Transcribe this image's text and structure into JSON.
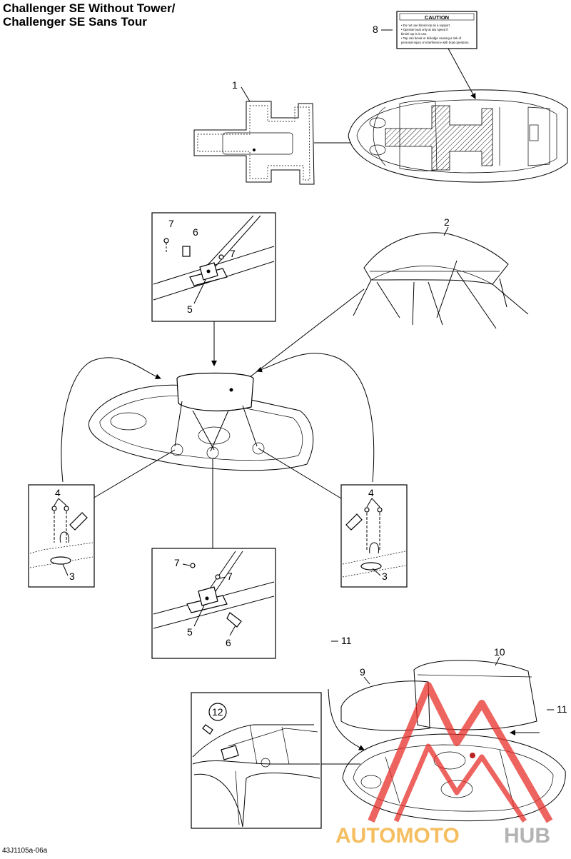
{
  "header": {
    "title_line1": "Challenger SE Without Tower/",
    "title_line2": "Challenger SE Sans Tour"
  },
  "footer": {
    "drawing_code": "43J1105a-06a"
  },
  "caution_label": {
    "heading": "CAUTION",
    "lines": [
      "• Do not use bimini top as a support.",
      "• Operate boat only at low speed if",
      "  bimini top is in use.",
      "• Top can break or dislodge causing a risk of",
      "  personal injury or interference with boat operation."
    ]
  },
  "callouts": {
    "c1": "1",
    "c2": "2",
    "c3a": "3",
    "c3b": "3",
    "c4a": "4",
    "c4b": "4",
    "c5a": "5",
    "c5b": "5",
    "c6a": "6",
    "c6b": "6",
    "c7a": "7",
    "c7b": "7",
    "c7c": "7",
    "c7d": "7",
    "c8": "8",
    "c9": "9",
    "c10": "10",
    "c11a": "11",
    "c11b": "11",
    "c12": "12"
  },
  "watermark": {
    "text_main": "AUTOMOTO",
    "text_accent": "HUB",
    "color": "#e8302a"
  }
}
